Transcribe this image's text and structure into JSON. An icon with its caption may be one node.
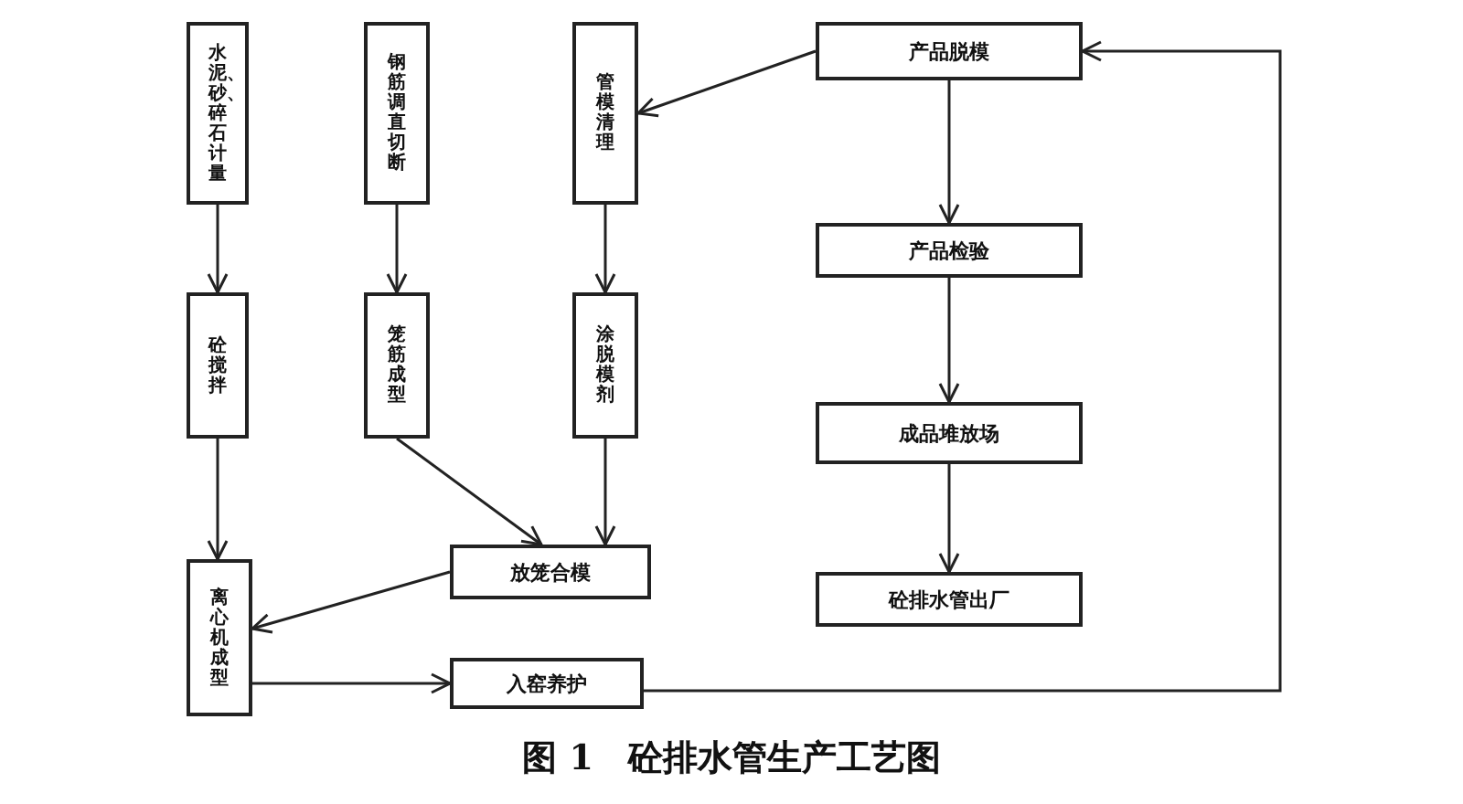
{
  "diagram": {
    "caption": "图 1　砼排水管生产工艺图",
    "nodes": [
      {
        "text": [
          "水泥、砂、碎石计量"
        ]
      },
      {
        "text": [
          "钢筋调直切断"
        ]
      },
      {
        "text": [
          "管模清理"
        ]
      },
      {
        "text": [
          "砼搅拌"
        ]
      },
      {
        "text": [
          "笼筋成型"
        ]
      },
      {
        "text": [
          "涂脱模剂"
        ]
      },
      {
        "text": [
          "放笼合模"
        ]
      },
      {
        "text": [
          "离心机成型"
        ]
      },
      {
        "text": [
          "入窑养护"
        ]
      },
      {
        "text": [
          "产品脱模"
        ]
      },
      {
        "text": [
          "产品检验"
        ]
      },
      {
        "text": [
          "成品堆放场"
        ]
      },
      {
        "text": [
          "砼排水管出厂"
        ]
      }
    ],
    "edges": [
      {
        "from": 0,
        "to": 3,
        "arrow": "to"
      },
      {
        "from": 3,
        "to": 7,
        "arrow": "to"
      },
      {
        "from": 1,
        "to": 4,
        "arrow": "to"
      },
      {
        "from": 4,
        "to": 6,
        "arrow": "to"
      },
      {
        "from": 2,
        "to": 5,
        "arrow": "to"
      },
      {
        "from": 5,
        "to": 6,
        "arrow": "to"
      },
      {
        "from": 6,
        "to": 7,
        "arrow": "to"
      },
      {
        "from": 7,
        "to": 8,
        "arrow": "to"
      },
      {
        "from": 8,
        "to": 9,
        "arrow": "to"
      },
      {
        "from": 9,
        "to": 2,
        "arrow": "to"
      },
      {
        "from": 9,
        "to": 10,
        "arrow": "to"
      },
      {
        "from": 10,
        "to": 11,
        "arrow": "to"
      },
      {
        "from": 11,
        "to": 12,
        "arrow": "to"
      }
    ]
  }
}
